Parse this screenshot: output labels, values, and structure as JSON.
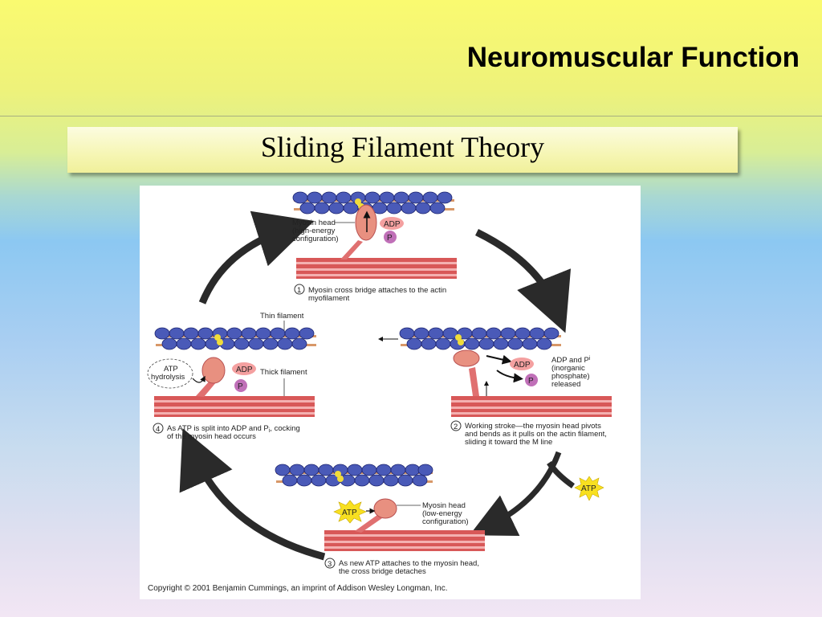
{
  "slide": {
    "title": "Neuromuscular Function",
    "subtitle": "Sliding Filament Theory"
  },
  "figure": {
    "step1": {
      "number": "1",
      "caption_line1": "Myosin cross bridge attaches to the actin",
      "caption_line2": "myofilament",
      "head_label_line1": "Myosin head",
      "head_label_line2": "(high-energy",
      "head_label_line3": "configuration)",
      "adp": "ADP",
      "pi": "P"
    },
    "step2": {
      "number": "2",
      "caption_line1": "Working stroke—the myosin head pivots",
      "caption_line2": "and bends as it pulls on the actin filament,",
      "caption_line3": "sliding it toward the M line",
      "release_line1": "ADP and P",
      "release_line2": "(inorganic",
      "release_line3": "phosphate)",
      "release_line4": "released",
      "adp": "ADP",
      "pi": "P"
    },
    "step3": {
      "number": "3",
      "caption_line1": "As new ATP attaches to the myosin head,",
      "caption_line2": "the cross bridge detaches",
      "head_label_line1": "Myosin head",
      "head_label_line2": "(low-energy",
      "head_label_line3": "configuration)",
      "atp": "ATP"
    },
    "step4": {
      "number": "4",
      "caption_line1": "As ATP is split into ADP and P",
      "caption_line1b": ", cocking",
      "caption_line2": "of the myosin head occurs",
      "hydrolysis_line1": "ATP",
      "hydrolysis_line2": "hydrolysis",
      "thin_filament": "Thin filament",
      "thick_filament": "Thick filament",
      "adp": "ADP",
      "pi": "P"
    },
    "incoming_atp": "ATP",
    "pi_subscript": "i",
    "copyright": "Copyright © 2001 Benjamin Cummings, an imprint of Addison Wesley Longman, Inc."
  },
  "colors": {
    "actin_bead": "#4a5ab8",
    "tropomyosin": "#d89868",
    "troponin": "#f0dc3a",
    "thick_filament": "#d85858",
    "myosin_head": "#e89080",
    "adp_badge": "#f4a0a0",
    "pi_badge": "#c070b8",
    "atp_star": "#f8e020",
    "cycle_arrow": "#2a2a2a"
  }
}
